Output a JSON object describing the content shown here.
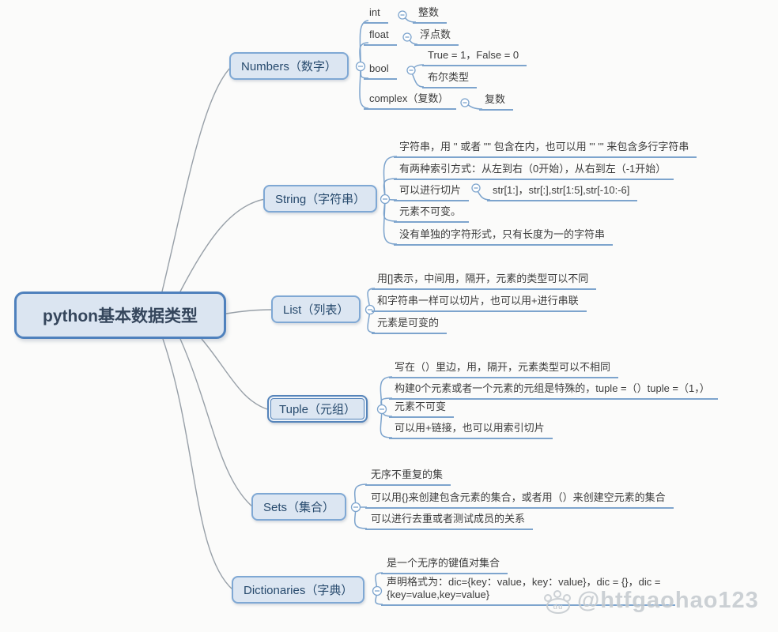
{
  "root": {
    "label": "python基本数据类型"
  },
  "branches": [
    {
      "label": "Numbers（数字）",
      "children": [
        {
          "label": "int",
          "children": [
            {
              "label": "整数"
            }
          ]
        },
        {
          "label": "float",
          "children": [
            {
              "label": "浮点数"
            }
          ]
        },
        {
          "label": "bool",
          "children": [
            {
              "label": "True = 1，False = 0"
            },
            {
              "label": "布尔类型"
            }
          ]
        },
        {
          "label": "complex（复数）",
          "children": [
            {
              "label": "复数"
            }
          ]
        }
      ]
    },
    {
      "label": "String（字符串）",
      "children": [
        {
          "label": "字符串，用 '' 或者 \"\" 包含在内，也可以用 '''  ''' 来包含多行字符串"
        },
        {
          "label": "有两种索引方式：从左到右（0开始），从右到左（-1开始）"
        },
        {
          "label": "可以进行切片",
          "children": [
            {
              "label": "str[1:]，str[:],str[1:5],str[-10:-6]"
            }
          ]
        },
        {
          "label": "元素不可变。"
        },
        {
          "label": "没有单独的字符形式，只有长度为一的字符串"
        }
      ]
    },
    {
      "label": "List（列表）",
      "children": [
        {
          "label": "用[]表示，中间用，隔开，元素的类型可以不同"
        },
        {
          "label": "和字符串一样可以切片，也可以用+进行串联"
        },
        {
          "label": "元素是可变的"
        }
      ]
    },
    {
      "label": "Tuple（元组）",
      "children": [
        {
          "label": "写在（）里边，用，隔开，元素类型可以不相同"
        },
        {
          "label": "构建0个元素或者一个元素的元组是特殊的，tuple =（）tuple =（1，）"
        },
        {
          "label": "元素不可变"
        },
        {
          "label": "可以用+链接，也可以用索引切片"
        }
      ]
    },
    {
      "label": "Sets（集合）",
      "children": [
        {
          "label": "无序不重复的集"
        },
        {
          "label": "可以用{}来创建包含元素的集合，或者用（）来创建空元素的集合"
        },
        {
          "label": "可以进行去重或者测试成员的关系"
        }
      ]
    },
    {
      "label": "Dictionaries（字典）",
      "children": [
        {
          "label": "是一个无序的键值对集合"
        },
        {
          "label": "声明格式为：dic={key：value，key：value}，dic = {}，dic = {key=value,key=value}"
        }
      ]
    }
  ],
  "watermark": {
    "paw_label": "du",
    "text": "@htfgaohao123"
  },
  "colors": {
    "node_fill": "#dce6f2",
    "node_border": "#7fa8d4",
    "root_border": "#4f81bd",
    "leaf_line": "#7da4cd",
    "connector_gray": "#98a0a8",
    "leaf_text": "#3c3c3c",
    "node_text": "#274a6d"
  }
}
